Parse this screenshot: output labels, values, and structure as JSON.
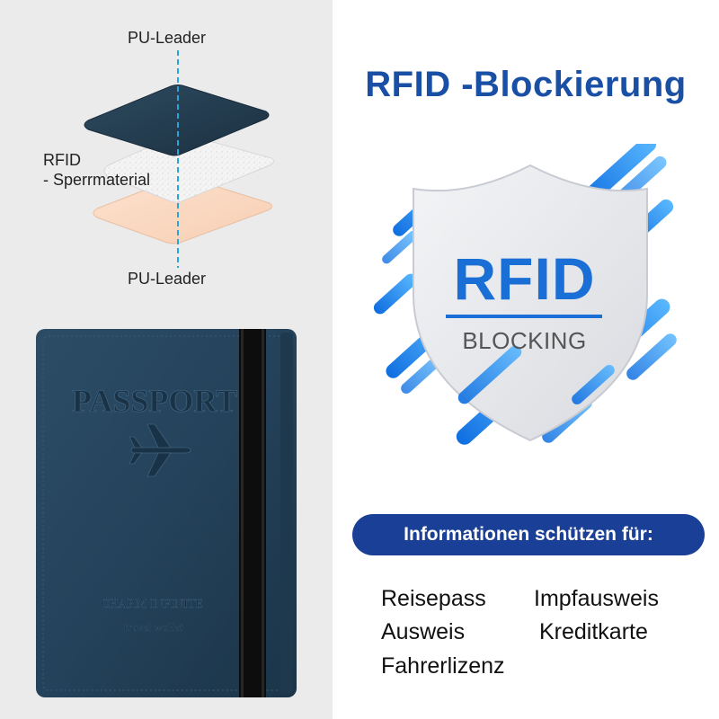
{
  "left": {
    "label_top": "PU-Leader",
    "label_rfid_line1": "RFID",
    "label_rfid_line2": "- Sperrmaterial",
    "label_bottom": "PU-Leader",
    "passport": {
      "title": "PASSPORT",
      "brand": "CHARM INFINITE",
      "subtitle": "travel wallet",
      "color": "#22415a"
    }
  },
  "right": {
    "title": "RFID -Blockierung",
    "shield": {
      "main": "RFID",
      "sub": "BLOCKING"
    },
    "info_bar": "Informationen schützen für:",
    "documents": [
      "Reisepass",
      "Impfausweis",
      "Ausweis",
      "Kreditkarte",
      "Fahrerlizenz"
    ]
  },
  "colors": {
    "brand_blue": "#1a4fa6",
    "accent_blue": "#1a6fd6",
    "bar_blue": "#1a3f96"
  }
}
